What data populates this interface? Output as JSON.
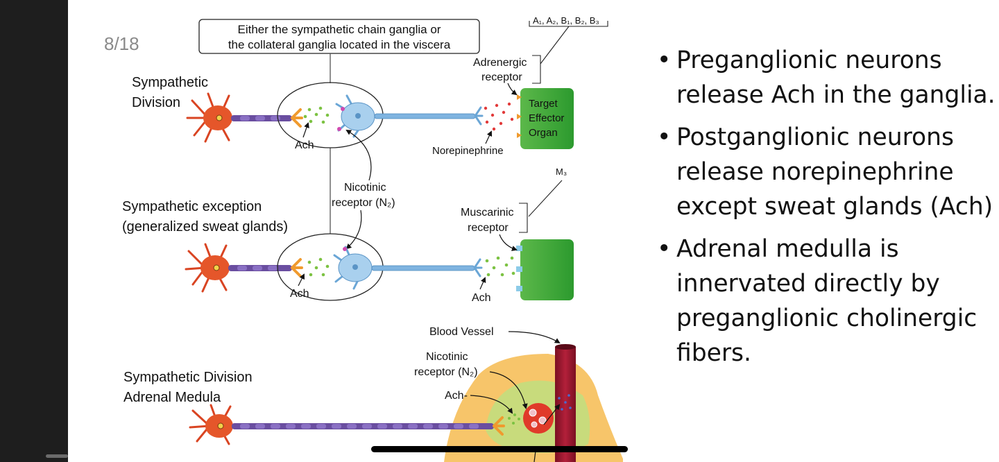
{
  "page_indicator": "8/18",
  "diagram": {
    "top_box": {
      "line1": "Either the sympathetic chain ganglia or",
      "line2": "the collateral ganglia located in the viscera"
    },
    "adrenergic_subtypes": "A₁, A₂, B₁, B₂, B₃",
    "adrenergic_receptor": {
      "line1": "Adrenergic",
      "line2": "receptor"
    },
    "target": {
      "line1": "Target",
      "line2": "Effector",
      "line3": "Organ"
    },
    "sympathetic_division": {
      "line1": "Sympathetic",
      "line2": "Division"
    },
    "ach": "Ach",
    "norepinephrine": "Norepinephrine",
    "nicotinic_receptor": {
      "line1": "Nicotinic",
      "line2": "receptor (N₂)"
    },
    "muscarinic_subtype": "M₃",
    "muscarinic_receptor": {
      "line1": "Muscarinic",
      "line2": "receptor"
    },
    "exception": {
      "line1": "Sympathetic exception",
      "line2": "(generalized sweat glands)"
    },
    "blood_vessel": "Blood Vessel",
    "adrenal": {
      "line1": "Sympathetic Division",
      "line2": "Adrenal Medula"
    },
    "ach_adrenal": "Ach-"
  },
  "bullets": [
    {
      "line1": "Preganglionic neurons",
      "line2": "release Ach in the ganglia."
    },
    {
      "line1": "Postganglionic neurons",
      "line2": "release norepinephrine",
      "line3": "except sweat glands (Ach)"
    },
    {
      "line1": "Adrenal medulla is",
      "line2": "innervated directly by",
      "line3": "preganglionic cholinergic",
      "line4": "fibers."
    }
  ],
  "bullet_symbol": "•"
}
